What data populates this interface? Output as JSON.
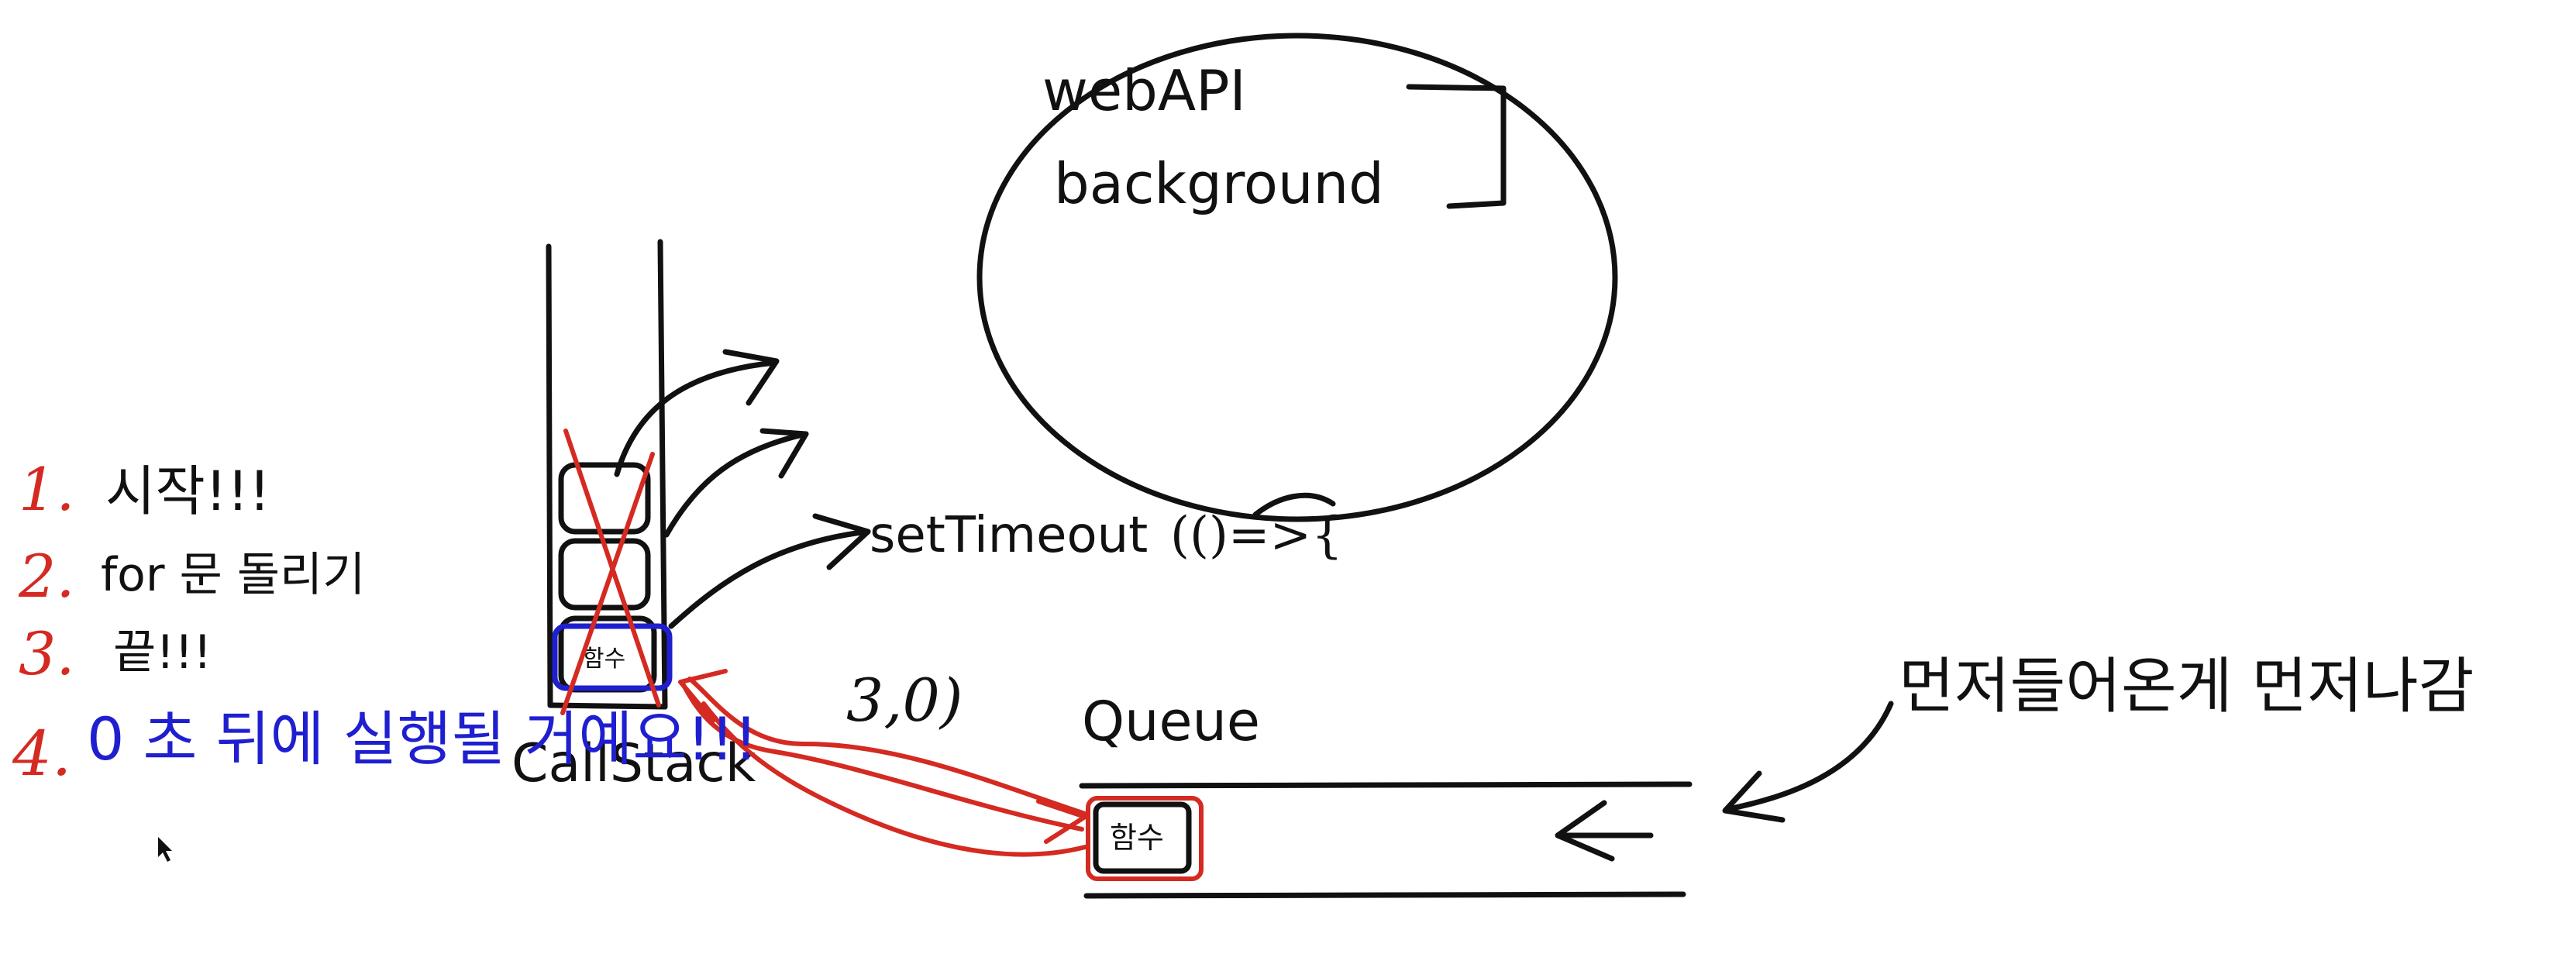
{
  "colors": {
    "ink": "#111111",
    "red": "#d42a22",
    "blue": "#1f1fd0"
  },
  "webapi": {
    "line1": "webAPI",
    "line2": "background"
  },
  "settimeout": {
    "label": "setTimeout",
    "args": "(()=>{"
  },
  "callstack": {
    "label": "CallStack",
    "func_box": "함수"
  },
  "queue": {
    "label": "Queue",
    "func_box": "함수",
    "fifo_note": "먼저들어온게 먼저나감"
  },
  "delay_note": "3,0)",
  "steps": [
    {
      "num": "1.",
      "text": "시작!!!"
    },
    {
      "num": "2.",
      "text": "for 문 돌리기"
    },
    {
      "num": "3.",
      "text": "끝!!!"
    },
    {
      "num": "4.",
      "text": "0 초 뒤에 실행될 거예요!!!"
    }
  ]
}
